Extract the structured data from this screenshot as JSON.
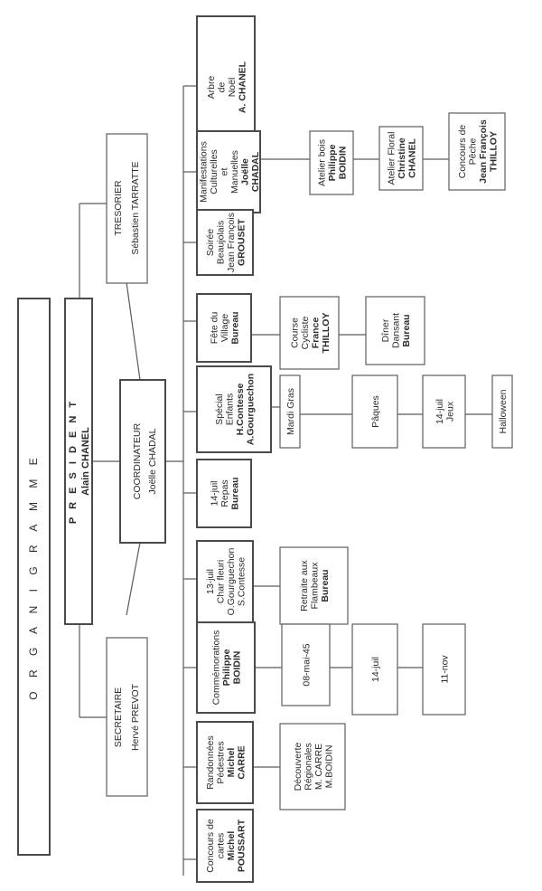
{
  "title": "O R G A N I G R A M M E",
  "president": {
    "role": "P R E S I D E N T",
    "name": "Alain CHANEL"
  },
  "tresorier": {
    "role": "TRESORIER",
    "name": "Sébastien TARRATTE"
  },
  "coordinateur": {
    "role": "COORDINATEUR",
    "name": "Joëlle CHADAL"
  },
  "secretaire": {
    "role": "SECRETAIRE",
    "name": "Hervé PREVOT"
  },
  "columns": [
    {
      "lines": [
        "Arbre",
        "de",
        "Noël",
        "A. CHANEL"
      ]
    },
    {
      "lines": [
        "Manifestations",
        "Culturelles",
        "et",
        "Manuelles",
        "Joëlle",
        "CHADAL"
      ]
    },
    {
      "lines": [
        "Soirée",
        "Beaujolais",
        "Jean François",
        "GROUSET"
      ]
    },
    {
      "lines": [
        "Fête du",
        "Village",
        "Bureau"
      ]
    },
    {
      "lines": [
        "Spécial",
        "Enfants",
        "H.Contesse",
        "A.Gourguechon"
      ]
    },
    {
      "lines": [
        "14-juil",
        "Repas",
        "Bureau"
      ]
    },
    {
      "lines": [
        "13-juil",
        "Char fleuri",
        "O.Gourguechon",
        "S.Contesse"
      ]
    },
    {
      "lines": [
        "Commémorations",
        "Philippe",
        "BOIDIN"
      ]
    },
    {
      "lines": [
        "Randonnées",
        "Pédestres",
        "Michel",
        "CARRE"
      ]
    },
    {
      "lines": [
        "Concours de",
        "cartes",
        "Michel",
        "POUSSART"
      ]
    }
  ],
  "subitems": {
    "atelier_bois": [
      "Atelier bois",
      "Philippe",
      "BOIDIN"
    ],
    "atelier_floral": [
      "Atelier Floral",
      "Christine",
      "CHANEL"
    ],
    "concours_peche": [
      "Concours de",
      "Pêche",
      "Jean François",
      "THILLOY"
    ],
    "course_cycliste": [
      "Course",
      "Cycliste",
      "France",
      "THILLOY"
    ],
    "diner_dansant": [
      "Dîner",
      "Dansant",
      "Bureau"
    ],
    "mardi_gras": [
      "Mardi Gras"
    ],
    "paques": [
      "Pâques"
    ],
    "juil14_jeux": [
      "14-juil",
      "Jeux"
    ],
    "halloween": [
      "Halloween"
    ],
    "retraite": [
      "Retraite aux",
      "Flambeaux",
      "Bureau"
    ],
    "mai_08": [
      "08-mai-45"
    ],
    "juil_14": [
      "14-juil"
    ],
    "nov_11": [
      "11-nov"
    ],
    "decouverte": [
      "Découverte",
      "Régionales",
      "M. CARRE",
      "M.BOIDIN"
    ]
  }
}
